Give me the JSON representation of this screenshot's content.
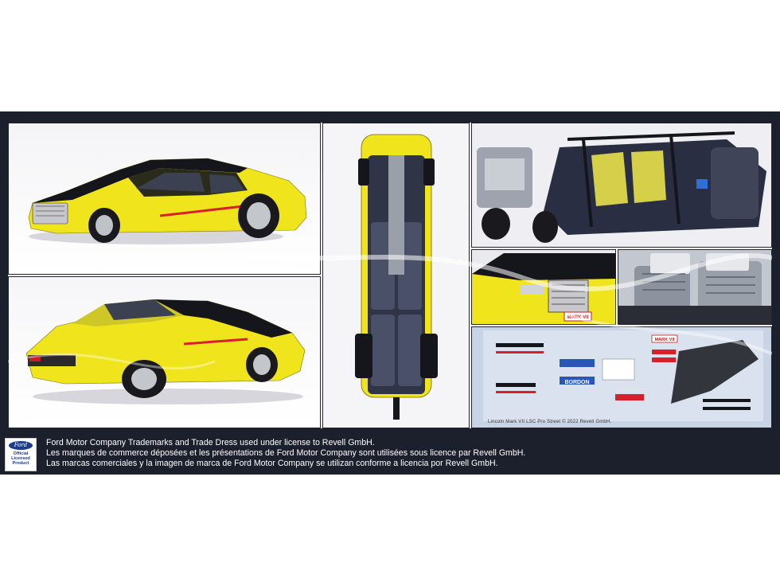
{
  "legal": {
    "lines": [
      "Ford Motor Company Trademarks and Trade Dress used under license to Revell GmbH.",
      "Les marques de commerce déposées et les présentations de Ford Motor Company sont utilisées sous licence par Revell GmbH.",
      "Las marcas comerciales y la imagen de marca de Ford Motor Company se utilizan conforme a licencia por Revell GmbH."
    ],
    "ford_badge": {
      "logo": "Ford",
      "line1": "Official",
      "line2": "Licensed",
      "line3": "Product"
    }
  },
  "decal_sheet": {
    "plate_text": "MARK VII",
    "sponsor_text": "BORDON",
    "caption": "Lincoln Mark VII LSC Pro Street © 2022 Revell GmbH."
  },
  "colors": {
    "car_yellow": "#f0e41c",
    "car_black": "#15161c",
    "box_navy": "#1c1f2c",
    "stripe_red": "#d8202a"
  }
}
